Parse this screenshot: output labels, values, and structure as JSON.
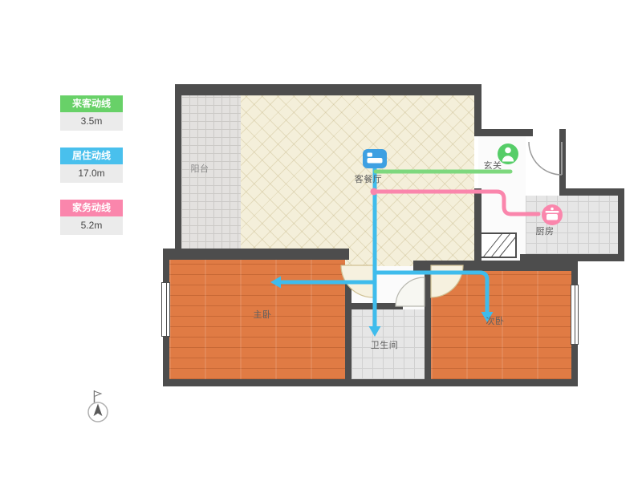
{
  "legend": {
    "items": [
      {
        "label": "来客动线",
        "value": "3.5m",
        "color": "#68d168"
      },
      {
        "label": "居住动线",
        "value": "17.0m",
        "color": "#49c0ed"
      },
      {
        "label": "家务动线",
        "value": "5.2m",
        "color": "#fa86ac"
      }
    ]
  },
  "rooms": [
    {
      "id": "balcony",
      "label": "阳台"
    },
    {
      "id": "living-dining",
      "label": "客餐厅"
    },
    {
      "id": "entry",
      "label": "玄关"
    },
    {
      "id": "kitchen",
      "label": "厨房"
    },
    {
      "id": "master-bedroom",
      "label": "主卧"
    },
    {
      "id": "second-bedroom",
      "label": "次卧"
    },
    {
      "id": "bathroom",
      "label": "卫生间"
    }
  ],
  "icons": [
    {
      "name": "bed-icon",
      "color": "#3ea0e2"
    },
    {
      "name": "person-icon",
      "color": "#56cd68"
    },
    {
      "name": "pot-icon",
      "color": "#fa86ac"
    }
  ],
  "colors": {
    "wall": "#4d4d4d",
    "wood_floor": "#e07b44",
    "living_floor": "#f4efda",
    "tile_floor": "#e6e6e6",
    "visitor_line": "#7ed87e",
    "living_line": "#3fbcec",
    "chore_line": "#fa86ac"
  }
}
